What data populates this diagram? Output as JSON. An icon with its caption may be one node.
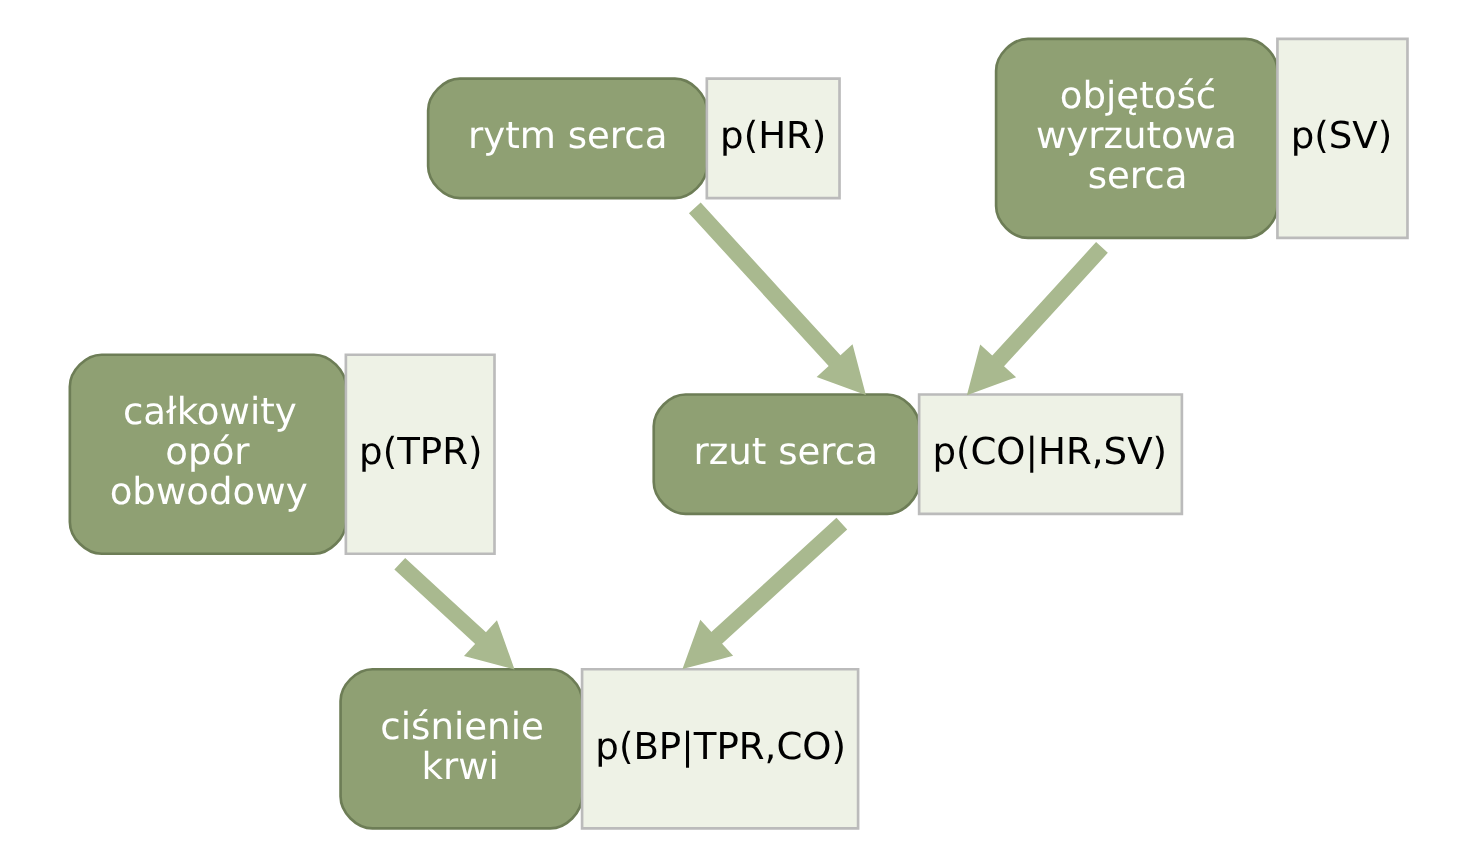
{
  "diagram": {
    "nodes": [
      {
        "text": [
          "rytm serca",
          "p(HR)"
        ]
      },
      {
        "text": [
          "objętość wyrzutowa serca",
          "p(SV)"
        ]
      },
      {
        "text": [
          "całkowity opór obwodowy",
          "p(TPR)"
        ]
      },
      {
        "text": [
          "rzut serca",
          "p(CO|HR,SV)"
        ]
      },
      {
        "text": [
          "ciśnienie krwi",
          "p(BP|TPR,CO)"
        ]
      }
    ],
    "edges": [
      {
        "from": 0,
        "to": 3,
        "arrow": "to"
      },
      {
        "from": 1,
        "to": 3,
        "arrow": "to"
      },
      {
        "from": 2,
        "to": 4,
        "arrow": "to"
      },
      {
        "from": 3,
        "to": 4,
        "arrow": "to"
      }
    ]
  }
}
